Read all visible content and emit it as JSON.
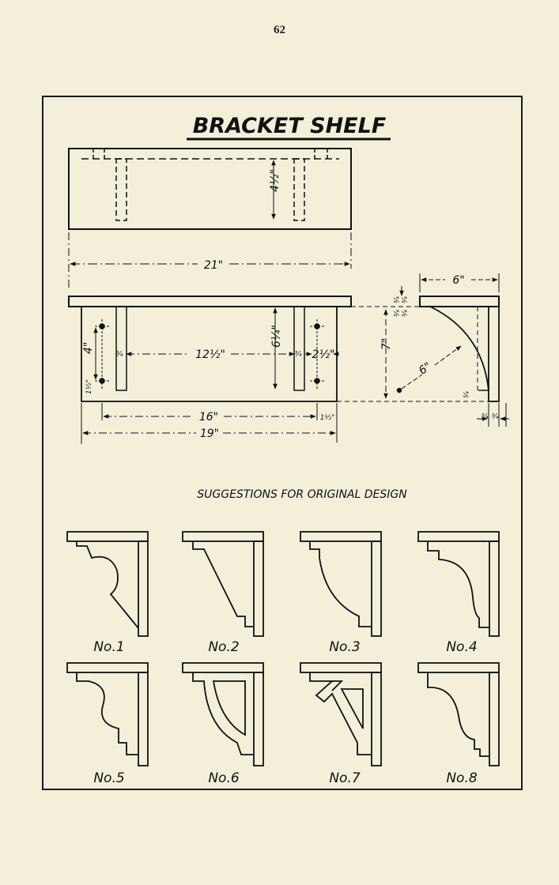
{
  "page_number": "62",
  "title": "BRACKET SHELF",
  "subtitle": "SUGGESTIONS FOR ORIGINAL DESIGN",
  "dimensions": {
    "top_view_depth": "4½\"",
    "overall_length": "21\"",
    "height_6_1_4": "6¼\"",
    "inner_span": "12½\"",
    "bracket_offset": "2½\"",
    "bracket_thickness": "¾",
    "hole_spacing": "4\"",
    "hole_edge": "1½\"",
    "back_length": "16\"",
    "back_overhang": "1½\"",
    "back_overall": "19\"",
    "side_width": "6\"",
    "side_height": "7\"",
    "curve_radius": "6\"",
    "three_quarter": "¾"
  },
  "designs": [
    "No.1",
    "No.2",
    "No.3",
    "No.4",
    "No.5",
    "No.6",
    "No.7",
    "No.8"
  ]
}
